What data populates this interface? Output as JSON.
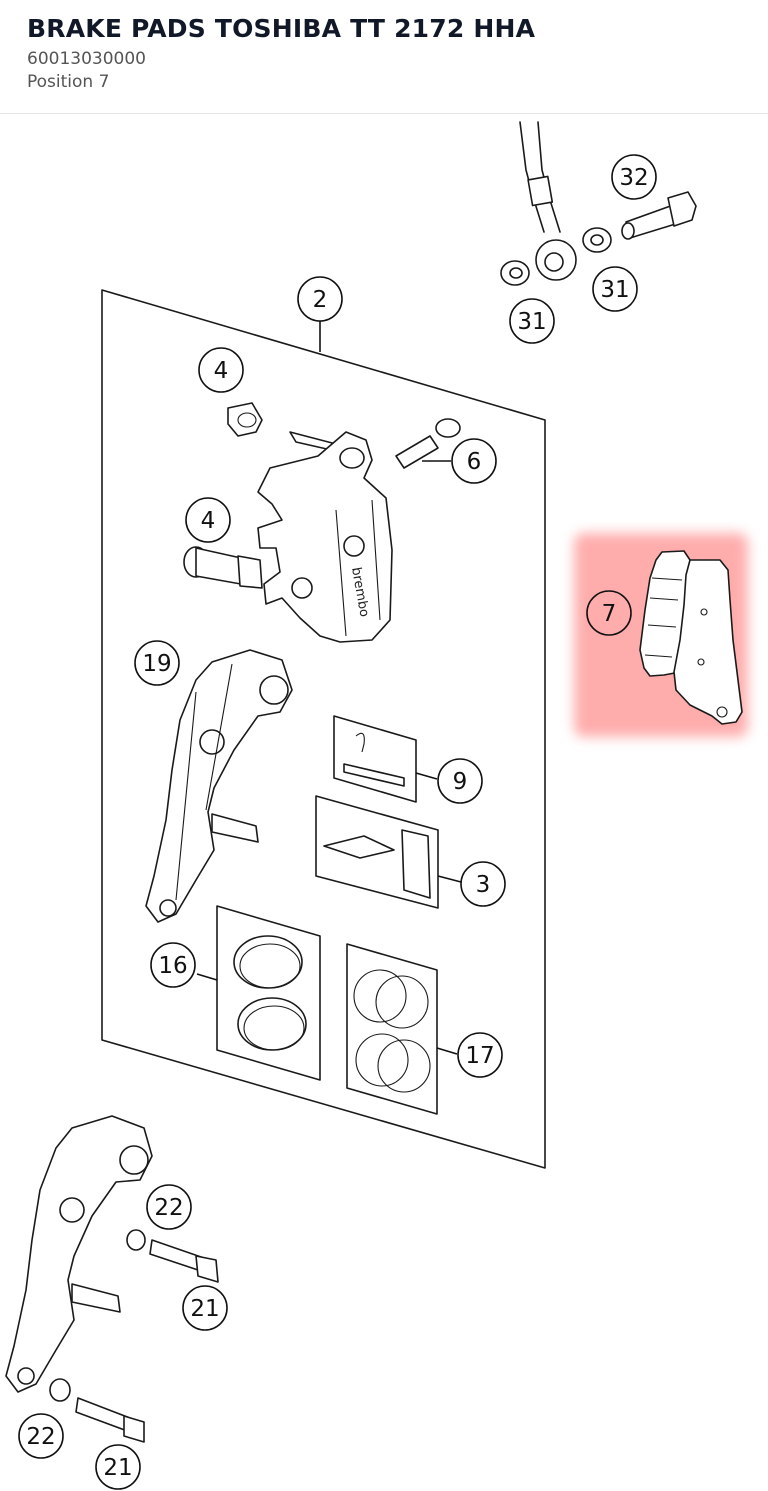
{
  "header": {
    "title": "BRAKE PADS TOSHIBA TT 2172 HHA",
    "part_number": "60013030000",
    "position": "Position 7"
  },
  "diagram": {
    "highlight_color": "#ff6b6b",
    "callouts": [
      {
        "id": "c32",
        "label": "32"
      },
      {
        "id": "c31a",
        "label": "31"
      },
      {
        "id": "c31b",
        "label": "31"
      },
      {
        "id": "c2",
        "label": "2"
      },
      {
        "id": "c4a",
        "label": "4"
      },
      {
        "id": "c6",
        "label": "6"
      },
      {
        "id": "c4b",
        "label": "4"
      },
      {
        "id": "c7",
        "label": "7"
      },
      {
        "id": "c19",
        "label": "19"
      },
      {
        "id": "c9",
        "label": "9"
      },
      {
        "id": "c3",
        "label": "3"
      },
      {
        "id": "c16",
        "label": "16"
      },
      {
        "id": "c17",
        "label": "17"
      },
      {
        "id": "c22a",
        "label": "22"
      },
      {
        "id": "c21a",
        "label": "21"
      },
      {
        "id": "c22b",
        "label": "22"
      },
      {
        "id": "c21b",
        "label": "21"
      }
    ]
  }
}
